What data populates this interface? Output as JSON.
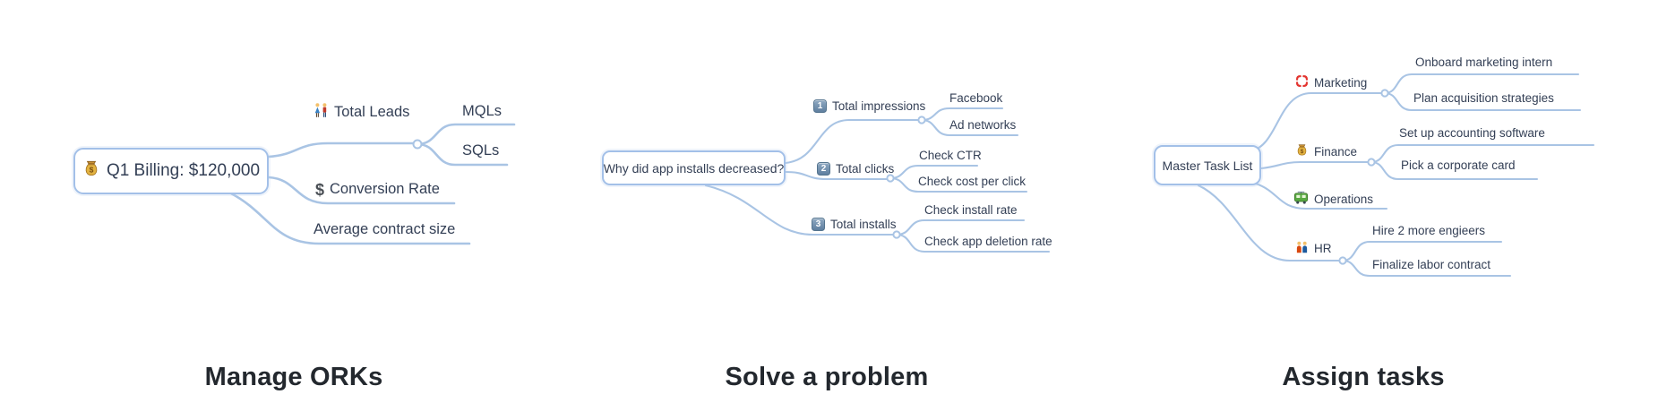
{
  "colors": {
    "branch": "#a9c4e4",
    "node-text": "#333f55",
    "root-border": "#a3c0e8",
    "caption": "#23282e"
  },
  "maps": [
    {
      "caption": "Manage ORKs",
      "root": {
        "label": "Q1 Billing: $120,000",
        "icon": "money-bag"
      },
      "children": [
        {
          "label": "Total Leads",
          "icon": "man-woman",
          "children": [
            {
              "label": "MQLs"
            },
            {
              "label": "SQLs"
            }
          ]
        },
        {
          "label": "Conversion Rate",
          "icon": "dollar-sign",
          "icon_char": "$",
          "children": []
        },
        {
          "label": "Average contract size",
          "children": []
        }
      ]
    },
    {
      "caption": "Solve a problem",
      "root": {
        "label": "Why did app installs decreased?"
      },
      "children": [
        {
          "label": "Total impressions",
          "icon": "keycap-1",
          "keycap": "1",
          "children": [
            {
              "label": "Facebook"
            },
            {
              "label": "Ad networks"
            }
          ]
        },
        {
          "label": "Total clicks",
          "icon": "keycap-2",
          "keycap": "2",
          "children": [
            {
              "label": "Check CTR"
            },
            {
              "label": "Check cost per click"
            }
          ]
        },
        {
          "label": "Total installs",
          "icon": "keycap-3",
          "keycap": "3",
          "children": [
            {
              "label": "Check install rate"
            },
            {
              "label": "Check app deletion rate"
            }
          ]
        }
      ]
    },
    {
      "caption": "Assign tasks",
      "root": {
        "label": "Master Task List"
      },
      "children": [
        {
          "label": "Marketing",
          "icon": "anger-symbol",
          "children": [
            {
              "label": "Onboard marketing intern"
            },
            {
              "label": "Plan acquisition strategies"
            }
          ]
        },
        {
          "label": "Finance",
          "icon": "money-bag",
          "children": [
            {
              "label": "Set up accounting software"
            },
            {
              "label": "Pick a corporate card"
            }
          ]
        },
        {
          "label": "Operations",
          "icon": "tram",
          "children": []
        },
        {
          "label": "HR",
          "icon": "family",
          "children": [
            {
              "label": "Hire 2 more engieers"
            },
            {
              "label": "Finalize labor contract"
            }
          ]
        }
      ]
    }
  ]
}
